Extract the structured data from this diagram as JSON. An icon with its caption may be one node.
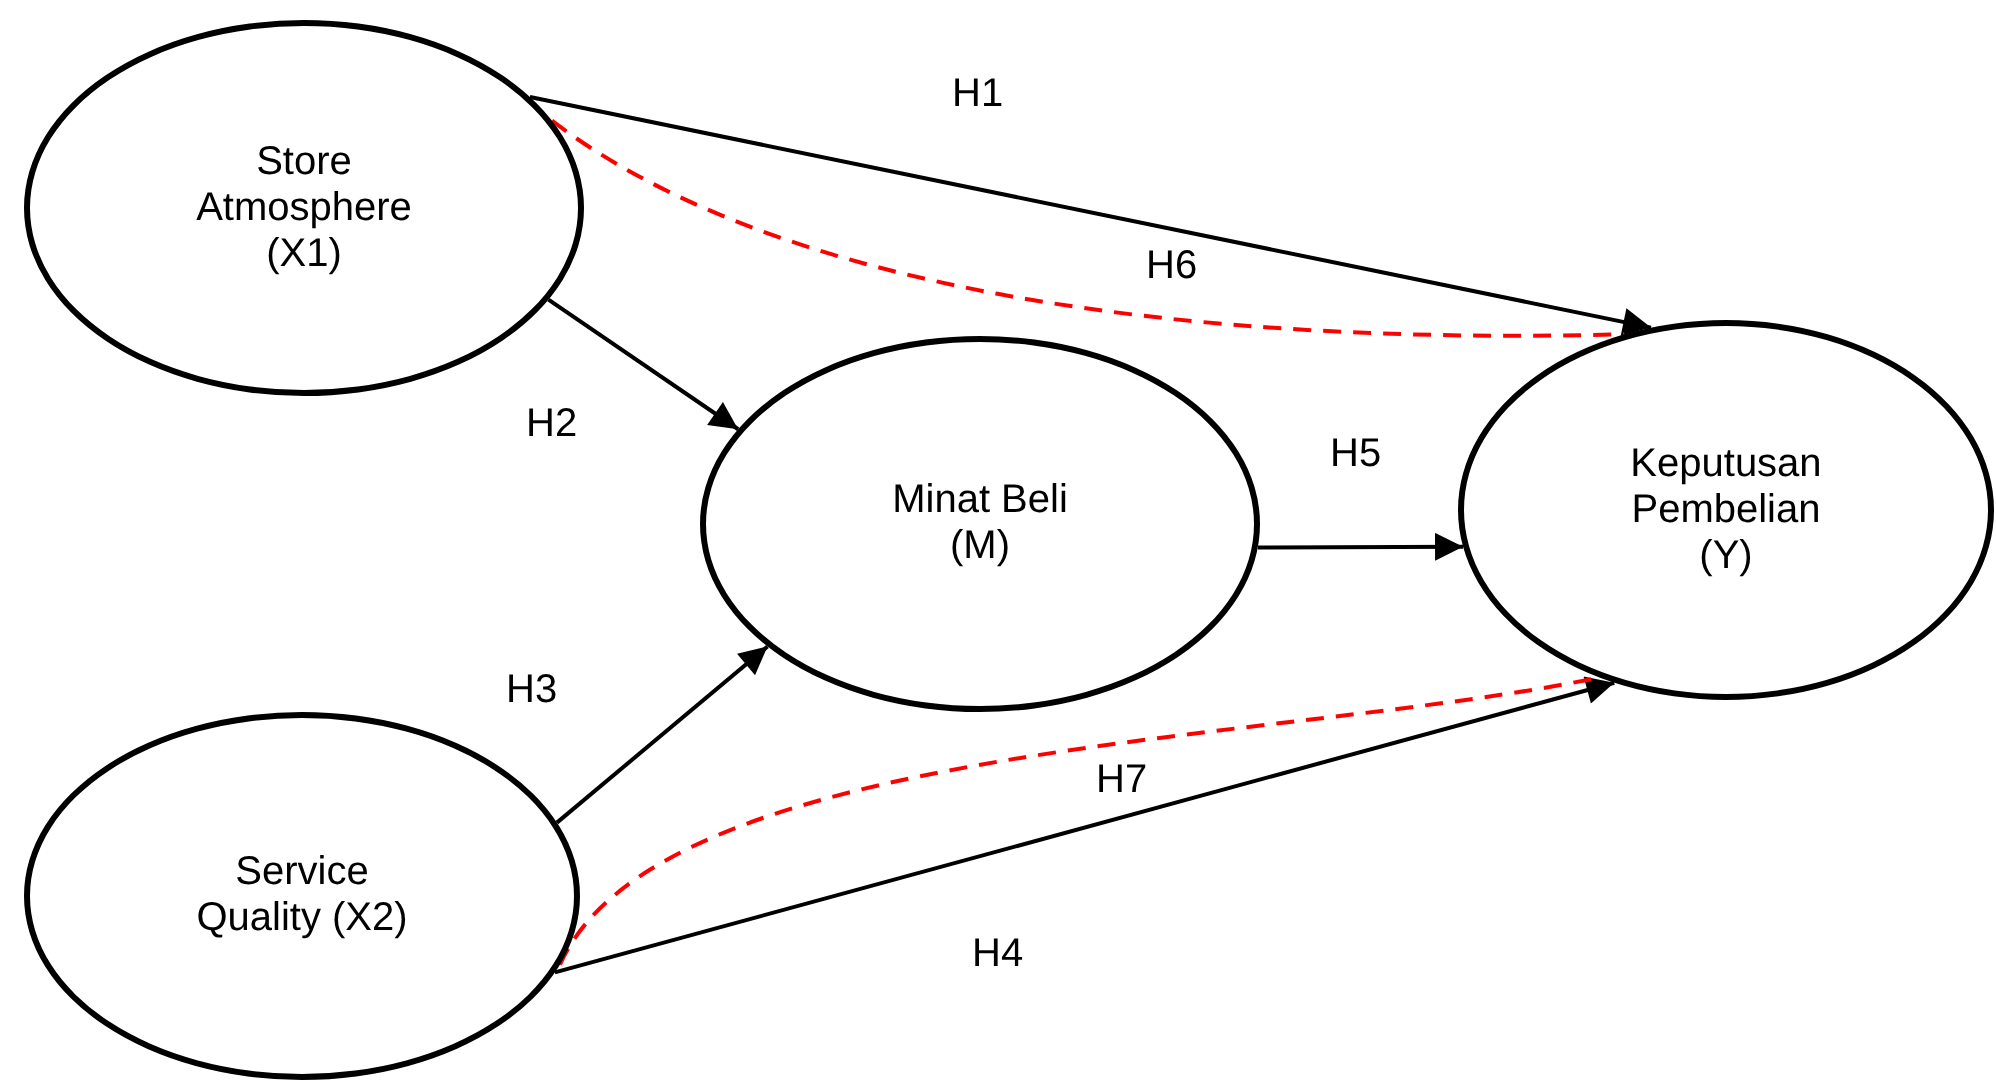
{
  "diagram": {
    "nodes": [
      {
        "text": [
          "Store Atmosphere (X1)"
        ]
      },
      {
        "text": [
          "Minat Beli (M)"
        ]
      },
      {
        "text": [
          "Keputusan Pembelian (Y)"
        ]
      },
      {
        "text": [
          "Service Quality (X2)"
        ]
      }
    ],
    "edges": [
      {
        "from": 0,
        "to": 2,
        "arrow": "to",
        "label": "H1"
      },
      {
        "from": 0,
        "to": 1,
        "arrow": "to",
        "label": "H2"
      },
      {
        "from": 3,
        "to": 1,
        "arrow": "to",
        "label": "H3"
      },
      {
        "from": 3,
        "to": 2,
        "arrow": "to",
        "label": "H4"
      },
      {
        "from": 1,
        "to": 2,
        "arrow": "to",
        "label": "H5"
      },
      {
        "from": 0,
        "to": 2,
        "arrow": "none",
        "label": "H6",
        "style": "dashed",
        "color": "#ff0000"
      },
      {
        "from": 3,
        "to": 2,
        "arrow": "none",
        "label": "H7",
        "style": "dashed",
        "color": "#ff0000"
      }
    ]
  }
}
